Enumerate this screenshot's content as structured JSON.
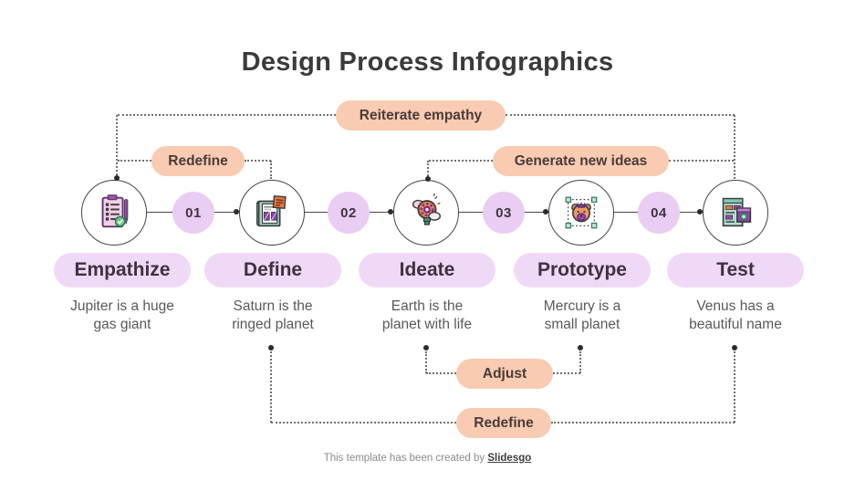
{
  "slide": {
    "title": "Design Process Infographics",
    "footer": {
      "text": "This template has been created by ",
      "brand": "Slidesgo"
    }
  },
  "colors": {
    "peach": "#F8CBB2",
    "lavender": "#F0D9F6",
    "number_bg": "#E9CDF3",
    "title_text": "#3B3B3B",
    "stage_text": "#41313F",
    "loop_text": "#4A3B38",
    "desc_text": "#595959",
    "line": "#454545",
    "dotted": "#707070"
  },
  "stages": [
    {
      "name": "Empathize",
      "desc1": "Jupiter is a huge",
      "desc2": "gas giant",
      "icon": "clipboard-checklist-icon"
    },
    {
      "name": "Define",
      "desc1": "Saturn is the",
      "desc2": "ringed planet",
      "icon": "blueprint-icon"
    },
    {
      "name": "Ideate",
      "desc1": "Earth is the",
      "desc2": "planet with life",
      "icon": "idea-gear-icon"
    },
    {
      "name": "Prototype",
      "desc1": "Mercury is a",
      "desc2": "small planet",
      "icon": "teddy-bear-selection-icon"
    },
    {
      "name": "Test",
      "desc1": "Venus has a",
      "desc2": "beautiful name",
      "icon": "browser-review-icon"
    }
  ],
  "step_numbers": [
    "01",
    "02",
    "03",
    "04"
  ],
  "loop_labels": {
    "reiterate_empathy": "Reiterate empathy",
    "redefine_top": "Redefine",
    "generate_new_ideas": "Generate new ideas",
    "adjust": "Adjust",
    "redefine_bottom": "Redefine"
  }
}
